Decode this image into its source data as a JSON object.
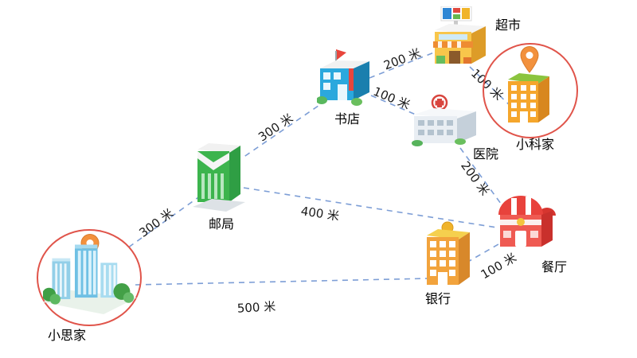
{
  "diagram": {
    "nodes": [
      {
        "id": "bookstore",
        "label": "书店"
      },
      {
        "id": "supermarket",
        "label": "超市"
      },
      {
        "id": "hospital",
        "label": "医院"
      },
      {
        "id": "xiaoke-home",
        "label": "小科家"
      },
      {
        "id": "post-office",
        "label": "邮局"
      },
      {
        "id": "restaurant",
        "label": "餐厅"
      },
      {
        "id": "bank",
        "label": "银行"
      },
      {
        "id": "xiaosi-home",
        "label": "小思家"
      }
    ],
    "edges": [
      {
        "from": "bookstore",
        "to": "supermarket",
        "label": "200 米"
      },
      {
        "from": "bookstore",
        "to": "hospital",
        "label": "100 米"
      },
      {
        "from": "supermarket",
        "to": "xiaoke-home",
        "label": "100 米"
      },
      {
        "from": "hospital",
        "to": "restaurant",
        "label": "200 米"
      },
      {
        "from": "bookstore",
        "to": "post-office",
        "label": "300 米"
      },
      {
        "from": "post-office",
        "to": "restaurant",
        "label": "400 米"
      },
      {
        "from": "post-office",
        "to": "xiaosi-home",
        "label": "300 米"
      },
      {
        "from": "xiaosi-home",
        "to": "bank",
        "label": "500 米"
      },
      {
        "from": "bank",
        "to": "restaurant",
        "label": "100 米"
      }
    ],
    "colors": {
      "edge_line": "#7d9ed6",
      "highlight_ring": "#e0544a",
      "label_text": "#1a1a1a"
    }
  }
}
